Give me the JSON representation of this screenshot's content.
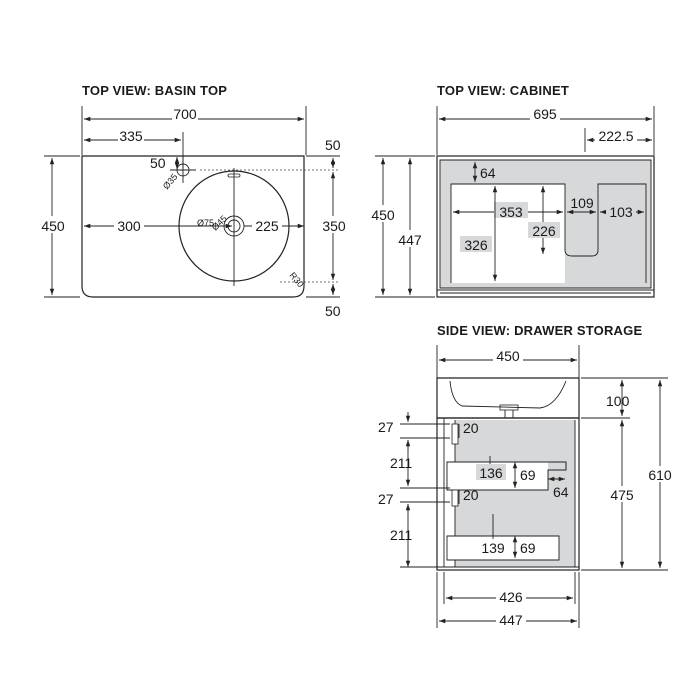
{
  "views": {
    "basin_top": {
      "title": "TOP VIEW: BASIN TOP",
      "dims": {
        "width": "700",
        "tap_offset": "335",
        "right_margin_top": "50",
        "tap_hole_offset": "50",
        "tap_hole_dia": "Ø35",
        "depth": "450",
        "basin_left": "300",
        "waste_dia": "Ø45",
        "basin_dia": "Ø75",
        "basin_radius": "225",
        "bowl_depth": "350",
        "corner_radius": "R30",
        "right_margin_bottom": "50"
      }
    },
    "cabinet_top": {
      "title": "TOP VIEW: CABINET",
      "dims": {
        "width": "695",
        "cutout_offset": "222.5",
        "front_gap": "64",
        "inner_width": "353",
        "cutout_width": "109",
        "right_width": "103",
        "depth_outer": "450",
        "depth_inner": "447",
        "inner_depth": "326",
        "cutout_depth": "226"
      }
    },
    "side_drawer": {
      "title": "SIDE VIEW: DRAWER STORAGE",
      "dims": {
        "depth": "450",
        "basin_height": "100",
        "top_rail": "27",
        "top_gap": "20",
        "drawer1_height": "211",
        "drawer1_inner": "136",
        "drawer1_side": "69",
        "drawer1_back": "64",
        "mid_rail": "27",
        "mid_gap": "20",
        "drawer2_height": "211",
        "drawer2_inner": "139",
        "drawer2_side": "69",
        "cabinet_height": "475",
        "total_height": "610",
        "inner_depth": "426",
        "outer_depth": "447"
      }
    }
  }
}
